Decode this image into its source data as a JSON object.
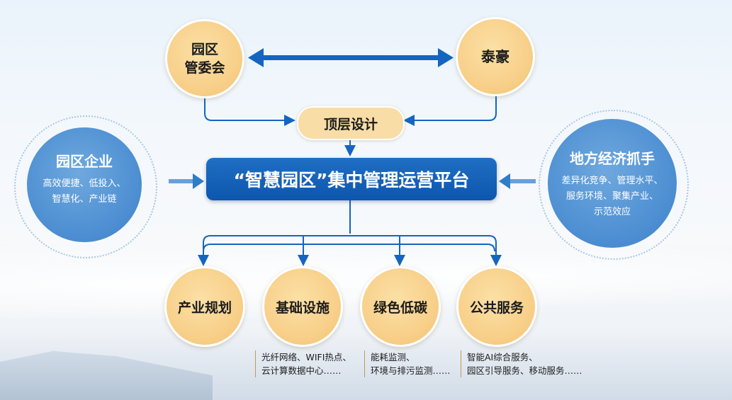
{
  "top": {
    "left_node": "园区\n管委会",
    "left_line1": "园区",
    "left_line2": "管委会",
    "right_node": "泰豪",
    "design": "顶层设计"
  },
  "platform": "“智慧园区”集中管理运营平台",
  "left_circle": {
    "title": "园区企业",
    "line1": "高效便捷、低投入、",
    "line2": "智慧化、产业链"
  },
  "right_circle": {
    "title": "地方经济抓手",
    "line1": "差异化竞争、管理水平、",
    "line2": "服务环境、聚集产业、",
    "line3": "示范效应"
  },
  "bottom_nodes": [
    "产业规划",
    "基础设施",
    "绿色低碳",
    "公共服务"
  ],
  "notes": {
    "infra": [
      "光纤网络、WIFI热点、",
      "云计算数据中心……"
    ],
    "green": [
      "能耗监测、",
      "环境与排污监测……"
    ],
    "public": [
      "智能AI综合服务、",
      "园区引导服务、移动服务……"
    ]
  },
  "colors": {
    "platform_blue": "#0d56ae",
    "arrow_blue": "#1565c0",
    "node_yellow": "#f8d08a",
    "circle_blue": "#4d8fd2"
  }
}
